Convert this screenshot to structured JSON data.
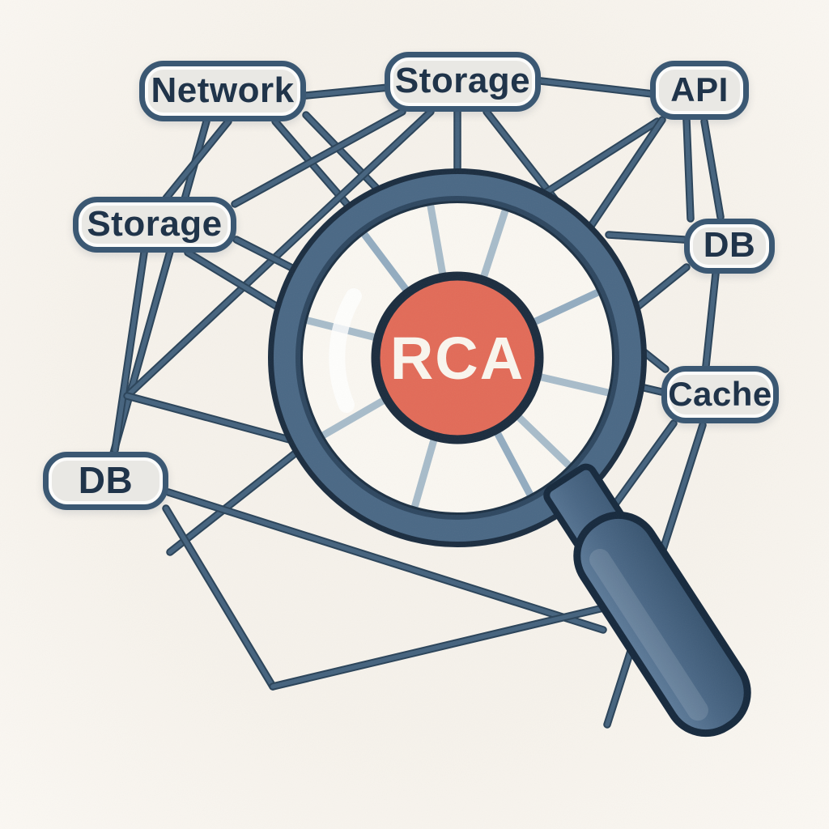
{
  "diagram": {
    "title": "Root cause analysis magnifier over service dependency web",
    "center": {
      "label": "RCA"
    },
    "nodes": [
      {
        "id": "network",
        "label": "Network"
      },
      {
        "id": "storage-top",
        "label": "Storage"
      },
      {
        "id": "api",
        "label": "API"
      },
      {
        "id": "storage-left",
        "label": "Storage"
      },
      {
        "id": "db-right",
        "label": "DB"
      },
      {
        "id": "cache",
        "label": "Cache"
      },
      {
        "id": "db-left",
        "label": "DB"
      }
    ],
    "edges": [
      [
        "network",
        "storage-top"
      ],
      [
        "storage-top",
        "api"
      ],
      [
        "network",
        "storage-left"
      ],
      [
        "storage-top",
        "storage-left"
      ],
      [
        "network",
        "db-left"
      ],
      [
        "api",
        "db-right"
      ],
      [
        "db-right",
        "cache"
      ],
      [
        "storage-left",
        "db-left"
      ],
      [
        "db-left",
        "cache"
      ]
    ],
    "colors": {
      "background": "#f7f3ec",
      "line_core": "#45637e",
      "line_edge": "#2a4359",
      "node_fill": "#e9e8e4",
      "node_border": "#3b5873",
      "node_text": "#20344a",
      "lens_ring": "#4a6885",
      "lens_outline": "#1b2d40",
      "lens_glass": "#faf7f1",
      "spoke": "#a8bcca",
      "center_fill": "#e26b58",
      "center_border": "#1b2c3e",
      "center_text": "#faf6ee",
      "handle_fill": "#47647f"
    }
  }
}
